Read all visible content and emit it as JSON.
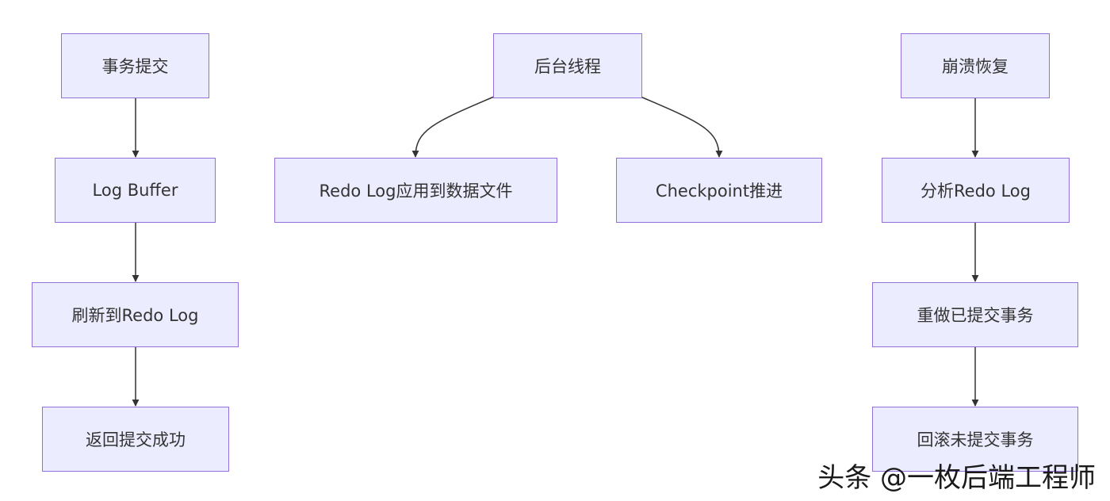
{
  "diagram": {
    "nodes": {
      "commit": "事务提交",
      "log_buffer": "Log Buffer",
      "flush": "刷新到Redo Log",
      "return_ok": "返回提交成功",
      "background": "后台线程",
      "apply_redo": "Redo Log应用到数据文件",
      "checkpoint": "Checkpoint推进",
      "crash_recovery": "崩溃恢复",
      "analyze": "分析Redo Log",
      "redo_committed": "重做已提交事务",
      "rollback": "回滚未提交事务"
    },
    "edges": [
      [
        "commit",
        "log_buffer"
      ],
      [
        "log_buffer",
        "flush"
      ],
      [
        "flush",
        "return_ok"
      ],
      [
        "background",
        "apply_redo"
      ],
      [
        "background",
        "checkpoint"
      ],
      [
        "crash_recovery",
        "analyze"
      ],
      [
        "analyze",
        "redo_committed"
      ],
      [
        "redo_committed",
        "rollback"
      ]
    ],
    "colors": {
      "node_fill": "#ececff",
      "node_border": "#9370db",
      "edge": "#333333",
      "text": "#333333"
    }
  },
  "watermark": "头条 @一枚后端工程师"
}
